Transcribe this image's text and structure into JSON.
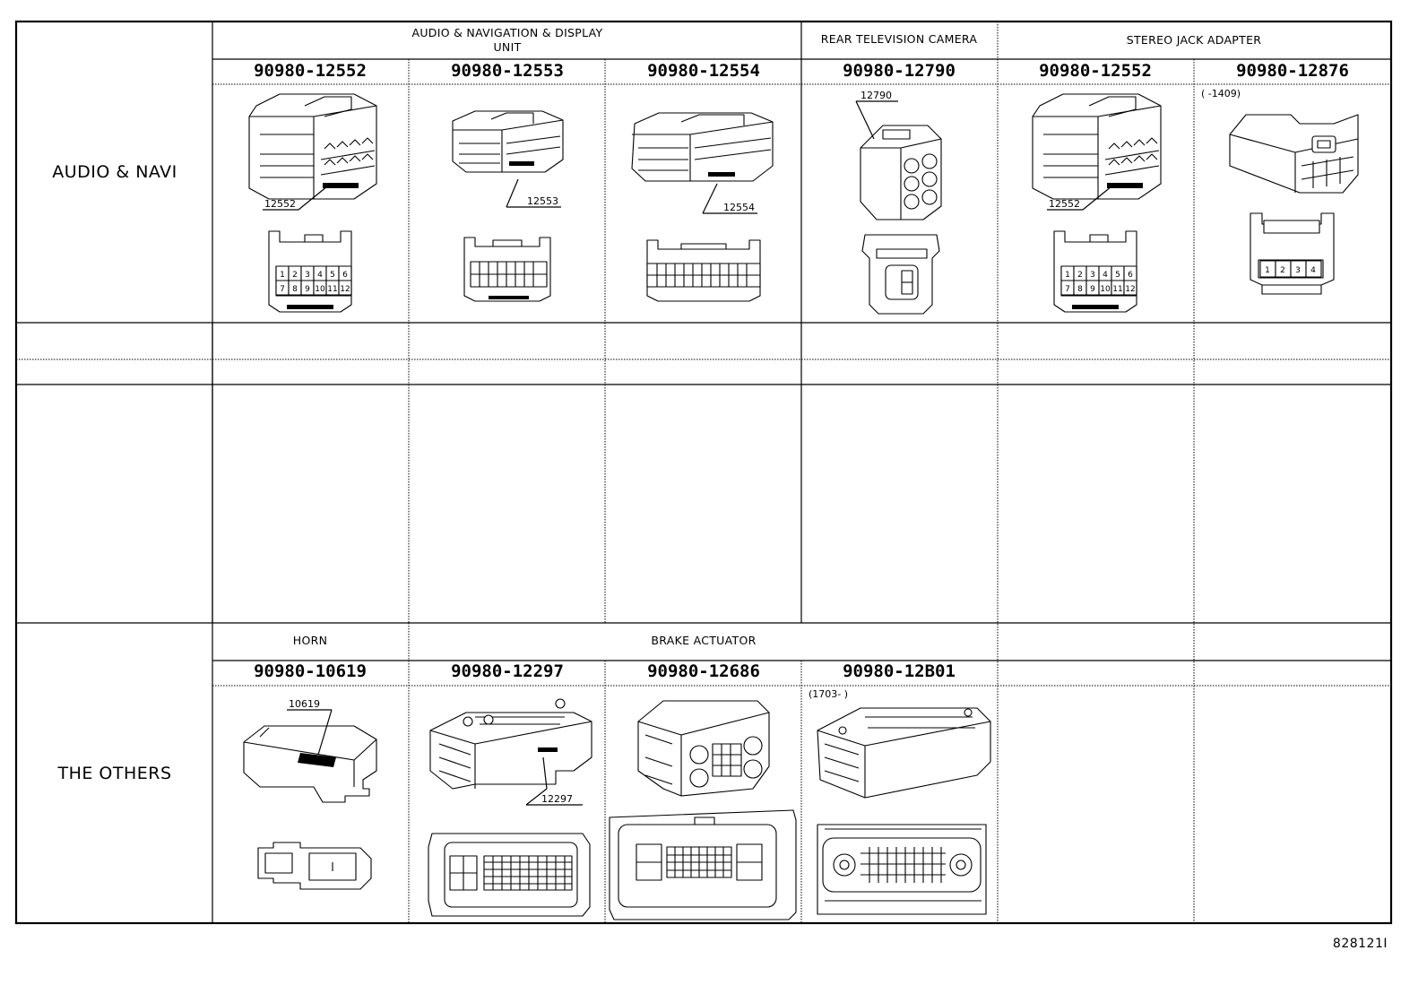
{
  "sections": {
    "audio": {
      "row_label": "AUDIO & NAVI",
      "groups": [
        "AUDIO & NAVIGATION & DISPLAY",
        "UNIT",
        "REAR TELEVISION CAMERA",
        "STEREO JACK ADAPTER"
      ],
      "parts": [
        "90980-12552",
        "90980-12553",
        "90980-12554",
        "90980-12790",
        "90980-12552",
        "90980-12876"
      ],
      "callouts": [
        "12552",
        "12553",
        "12554",
        "12790",
        "12552",
        "(    -1409)"
      ]
    },
    "others": {
      "row_label": "THE OTHERS",
      "groups": [
        "HORN",
        "BRAKE ACTUATOR"
      ],
      "parts": [
        "90980-10619",
        "90980-12297",
        "90980-12686",
        "90980-12B01"
      ],
      "callouts": [
        "10619",
        "12297",
        "(1703-    )"
      ]
    }
  },
  "pins_12": [
    "1",
    "2",
    "3",
    "4",
    "5",
    "6",
    "7",
    "8",
    "9",
    "10",
    "11",
    "12"
  ],
  "pins_4": [
    "1",
    "2",
    "3",
    "4"
  ],
  "footer_ref": "828121I"
}
